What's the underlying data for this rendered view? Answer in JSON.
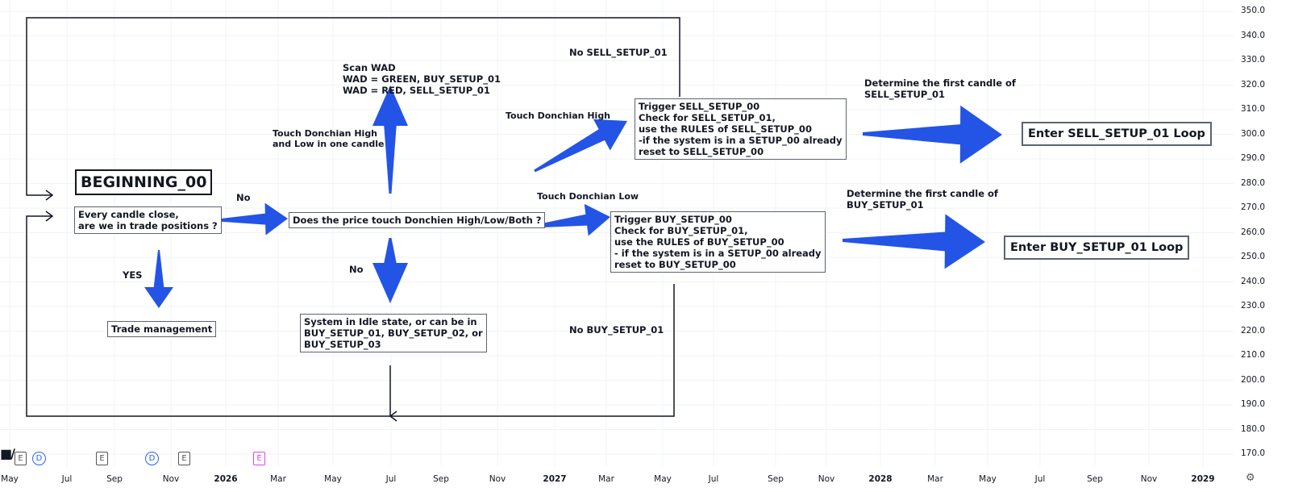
{
  "price_axis": [
    "350.0",
    "340.0",
    "330.0",
    "320.0",
    "310.0",
    "300.0",
    "290.0",
    "280.0",
    "270.0",
    "260.0",
    "250.0",
    "240.0",
    "230.0",
    "220.0",
    "210.0",
    "200.0",
    "190.0",
    "180.0",
    "170.0"
  ],
  "time_axis": [
    {
      "t": "May",
      "y": false
    },
    {
      "t": "Jul",
      "y": false
    },
    {
      "t": "Sep",
      "y": false
    },
    {
      "t": "Nov",
      "y": false
    },
    {
      "t": "2026",
      "y": true
    },
    {
      "t": "Mar",
      "y": false
    },
    {
      "t": "May",
      "y": false
    },
    {
      "t": "Jul",
      "y": false
    },
    {
      "t": "Sep",
      "y": false
    },
    {
      "t": "Nov",
      "y": false
    },
    {
      "t": "2027",
      "y": true
    },
    {
      "t": "Mar",
      "y": false
    },
    {
      "t": "May",
      "y": false
    },
    {
      "t": "Jul",
      "y": false
    },
    {
      "t": "Sep",
      "y": false
    },
    {
      "t": "Nov",
      "y": false
    },
    {
      "t": "2028",
      "y": true
    },
    {
      "t": "Mar",
      "y": false
    },
    {
      "t": "May",
      "y": false
    },
    {
      "t": "Jul",
      "y": false
    },
    {
      "t": "Sep",
      "y": false
    },
    {
      "t": "Nov",
      "y": false
    },
    {
      "t": "2029",
      "y": true
    }
  ],
  "badges": {
    "e": "E",
    "d": "D"
  },
  "logo": "TV",
  "colors": {
    "arrow": "#2354e6",
    "line": "#131722"
  },
  "flow": {
    "beginning": "BEGINNING_00",
    "candle_close": "Every candle close,\nare we in trade positions ?",
    "no1": "No",
    "touch_question": "Does the price touch Donchien High/Low/Both ?",
    "yes": "YES",
    "trade_mgmt": "Trade management",
    "no2": "No",
    "idle": "System in Idle state, or can be in\nBUY_SETUP_01, BUY_SETUP_02, or\nBUY_SETUP_03",
    "scan_wad": "Scan WAD\nWAD = GREEN, BUY_SETUP_01\nWAD = RED, SELL_SETUP_01",
    "touch_both": "Touch Donchian High\nand Low in one candle",
    "no_sell": "No SELL_SETUP_01",
    "touch_high": "Touch Donchian High",
    "trigger_sell": "Trigger SELL_SETUP_00\nCheck for SELL_SETUP_01,\nuse the RULES of SELL_SETUP_00\n-if the system is in a SETUP_00 already\nreset to SELL_SETUP_00",
    "touch_low": "Touch Donchian Low",
    "trigger_buy": "Trigger BUY_SETUP_00\nCheck for BUY_SETUP_01,\nuse the RULES of BUY_SETUP_00\n- if the system is in a SETUP_00 already\nreset to BUY_SETUP_00",
    "no_buy": "No BUY_SETUP_01",
    "determine_sell": "Determine the first candle of\nSELL_SETUP_01",
    "enter_sell": "Enter SELL_SETUP_01 Loop",
    "determine_buy": "Determine the first candle of\nBUY_SETUP_01",
    "enter_buy": "Enter BUY_SETUP_01 Loop"
  }
}
